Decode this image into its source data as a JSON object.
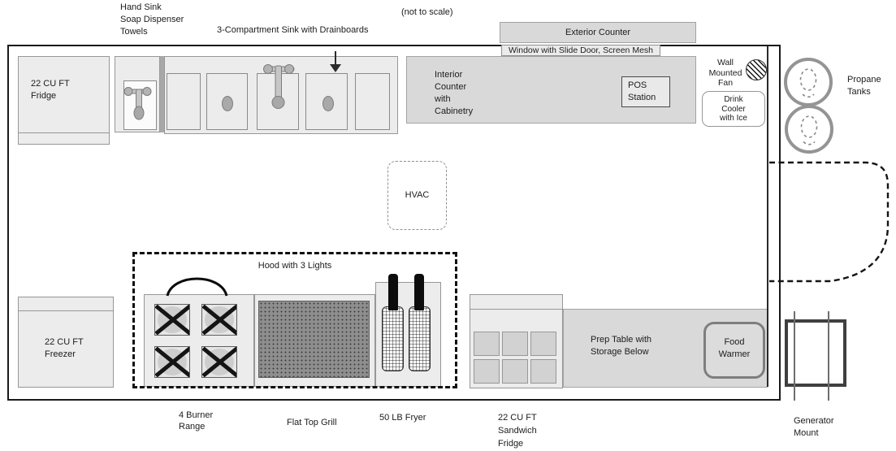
{
  "annotations": {
    "hand_sink": [
      "Hand Sink",
      "Soap Dispenser",
      "Towels"
    ],
    "comp_sink": "3-Compartment Sink with Drainboards",
    "scale_note": "(not to scale)",
    "exterior_counter": "Exterior Counter",
    "window": "Window with Slide Door, Screen Mesh",
    "wall_fan": [
      "Wall",
      "Mounted",
      "Fan"
    ],
    "propane": [
      "Propane",
      "Tanks"
    ],
    "generator": [
      "Generator",
      "Mount"
    ],
    "burner_range": [
      "4 Burner",
      "Range"
    ],
    "flat_top_grill": "Flat Top Grill",
    "fryer": "50 LB Fryer",
    "sandwich_fridge": [
      "22 CU FT",
      "Sandwich",
      "Fridge"
    ]
  },
  "equipment": {
    "fridge": [
      "22 CU FT",
      "Fridge"
    ],
    "freezer": [
      "22 CU FT",
      "Freezer"
    ],
    "interior_counter": [
      "Interior",
      "Counter",
      "with",
      "Cabinetry"
    ],
    "pos_station": [
      "POS",
      "Station"
    ],
    "drink_cooler": [
      "Drink",
      "Cooler",
      "with Ice"
    ],
    "hvac": "HVAC",
    "hood": "Hood with 3 Lights",
    "prep_table": [
      "Prep Table with",
      "Storage Below"
    ],
    "food_warmer": [
      "Food",
      "Warmer"
    ]
  },
  "colors": {
    "wall": "#1a1a1a",
    "counter_fill": "#d9d9d9",
    "equipment_fill": "#ececec",
    "grill_fill": "#8e8e8e",
    "border_gray": "#979797",
    "text": "#1c1c1c"
  }
}
